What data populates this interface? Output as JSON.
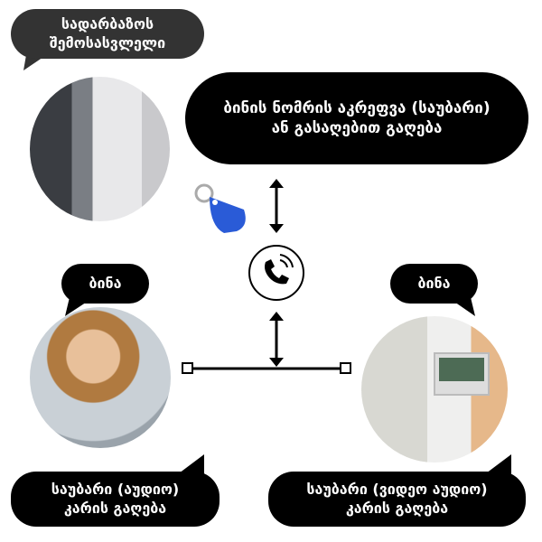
{
  "entrance": {
    "line1": "სადარბაზოს",
    "line2": "შემოსასვლელი"
  },
  "access": {
    "line1": "ბინის ნომრის აკრეფვა (საუბარი)",
    "line2": "ან გასაღებით გაღება"
  },
  "apt_left": {
    "label": "ბინა"
  },
  "apt_right": {
    "label": "ბინა"
  },
  "audio": {
    "line1": "საუბარი (აუდიო)",
    "line2": "კარის გაღება"
  },
  "video": {
    "line1": "საუბარი (ვიდეო აუდიო)",
    "line2": "კარის გაღება"
  },
  "colors": {
    "bubble_dark": "#333333",
    "bubble_black": "#000000",
    "key_fob": "#2a5bd7"
  }
}
